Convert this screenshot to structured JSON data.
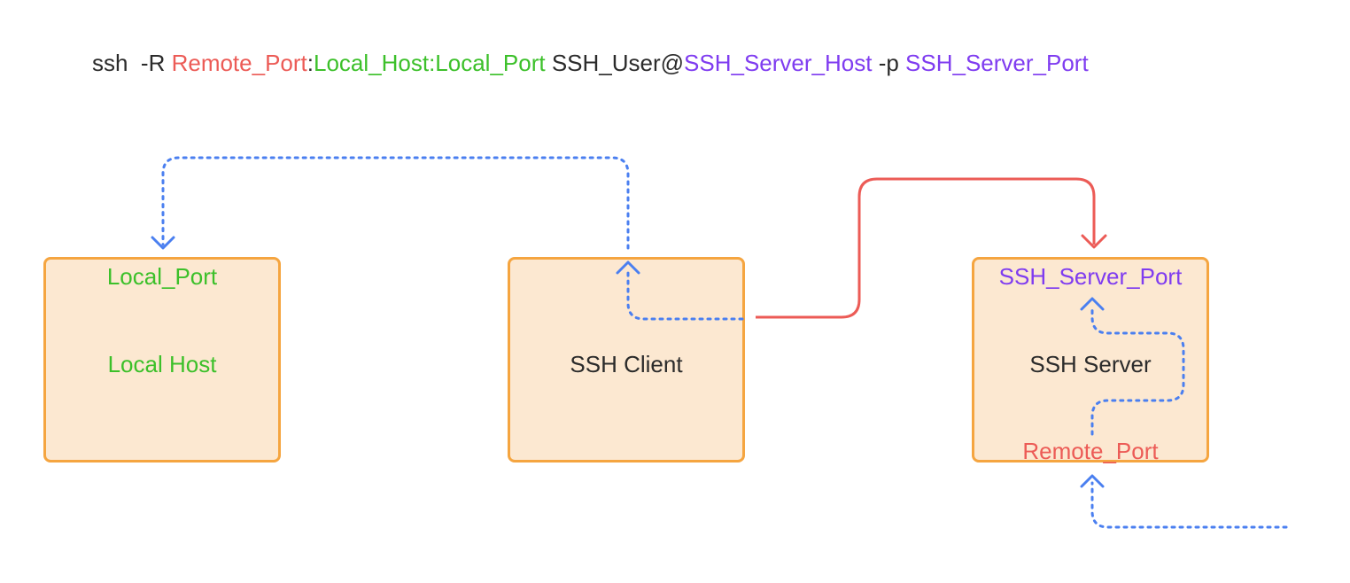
{
  "colors": {
    "text": "#2b2b2b",
    "red": "#ec5b56",
    "green": "#3cc02a",
    "purple": "#7f3cf0",
    "blue": "#4a7ff0",
    "box_fill": "#fce8d1",
    "box_border": "#f5a540"
  },
  "command": {
    "prefix": "ssh  -R ",
    "remote_port": "Remote_Port",
    "colon": ":",
    "local_host_port": "Local_Host:Local_Port",
    "ssh_user": " SSH_User@",
    "ssh_server_host": "SSH_Server_Host",
    "p_flag": " -p ",
    "ssh_server_port": "SSH_Server_Port"
  },
  "nodes": {
    "local_host": {
      "port_label": "Local_Port",
      "name": "Local Host"
    },
    "ssh_client": {
      "name": "SSH Client"
    },
    "ssh_server": {
      "port_label": "SSH_Server_Port",
      "name": "SSH Server",
      "remote_port_label": "Remote_Port"
    }
  },
  "connectors": [
    {
      "from": "ssh_client",
      "to": "ssh_server",
      "style": "solid",
      "color": "red"
    },
    {
      "from": "ssh_client",
      "to": "local_host",
      "style": "dotted",
      "color": "blue"
    },
    {
      "from": "external",
      "to": "ssh_server",
      "style": "dotted",
      "color": "blue"
    }
  ]
}
